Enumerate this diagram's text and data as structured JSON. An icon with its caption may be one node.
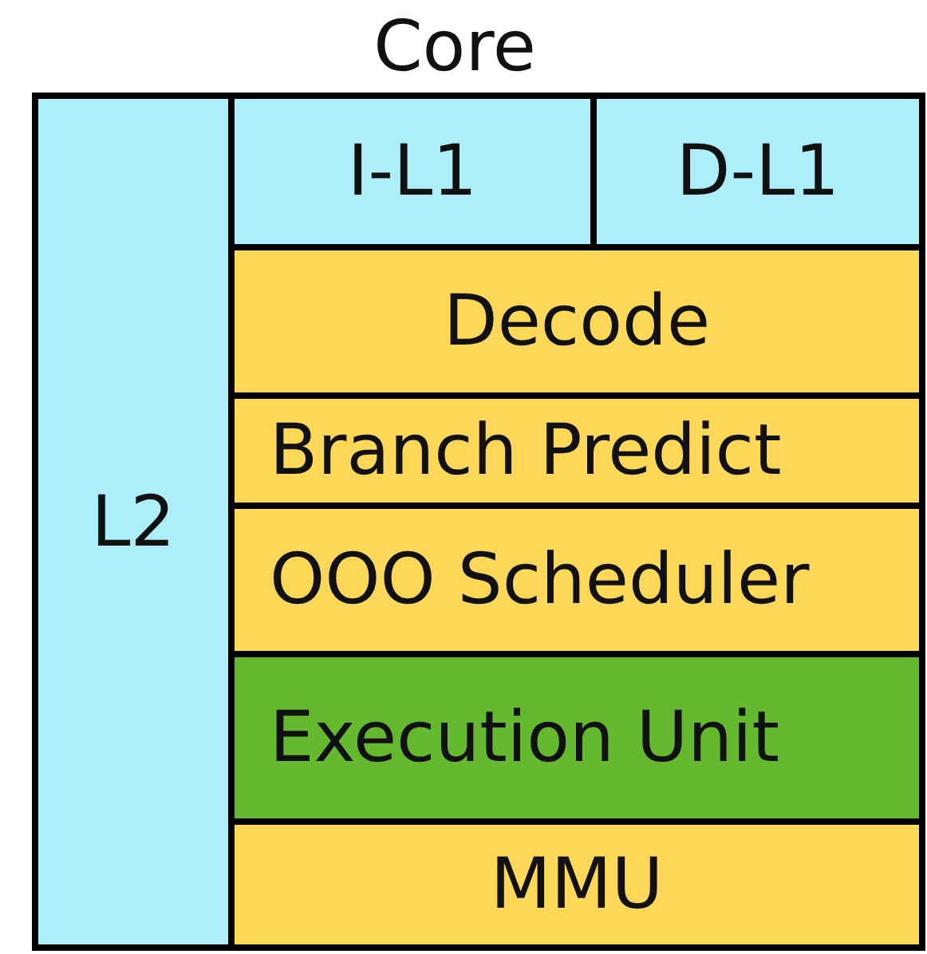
{
  "diagram": {
    "nodes": [
      {
        "text": [
          "Core"
        ]
      },
      {
        "text": [
          "L2"
        ],
        "in": 0
      },
      {
        "text": [
          "I-L1"
        ],
        "in": 0
      },
      {
        "text": [
          "D-L1"
        ],
        "in": 0
      },
      {
        "text": [
          "Decode"
        ],
        "in": 0
      },
      {
        "text": [
          "Branch Predict"
        ],
        "in": 0
      },
      {
        "text": [
          "OOO Scheduler"
        ],
        "in": 0
      },
      {
        "text": [
          "Execution Unit"
        ],
        "in": 0
      },
      {
        "text": [
          "MMU"
        ],
        "in": 0
      }
    ]
  }
}
